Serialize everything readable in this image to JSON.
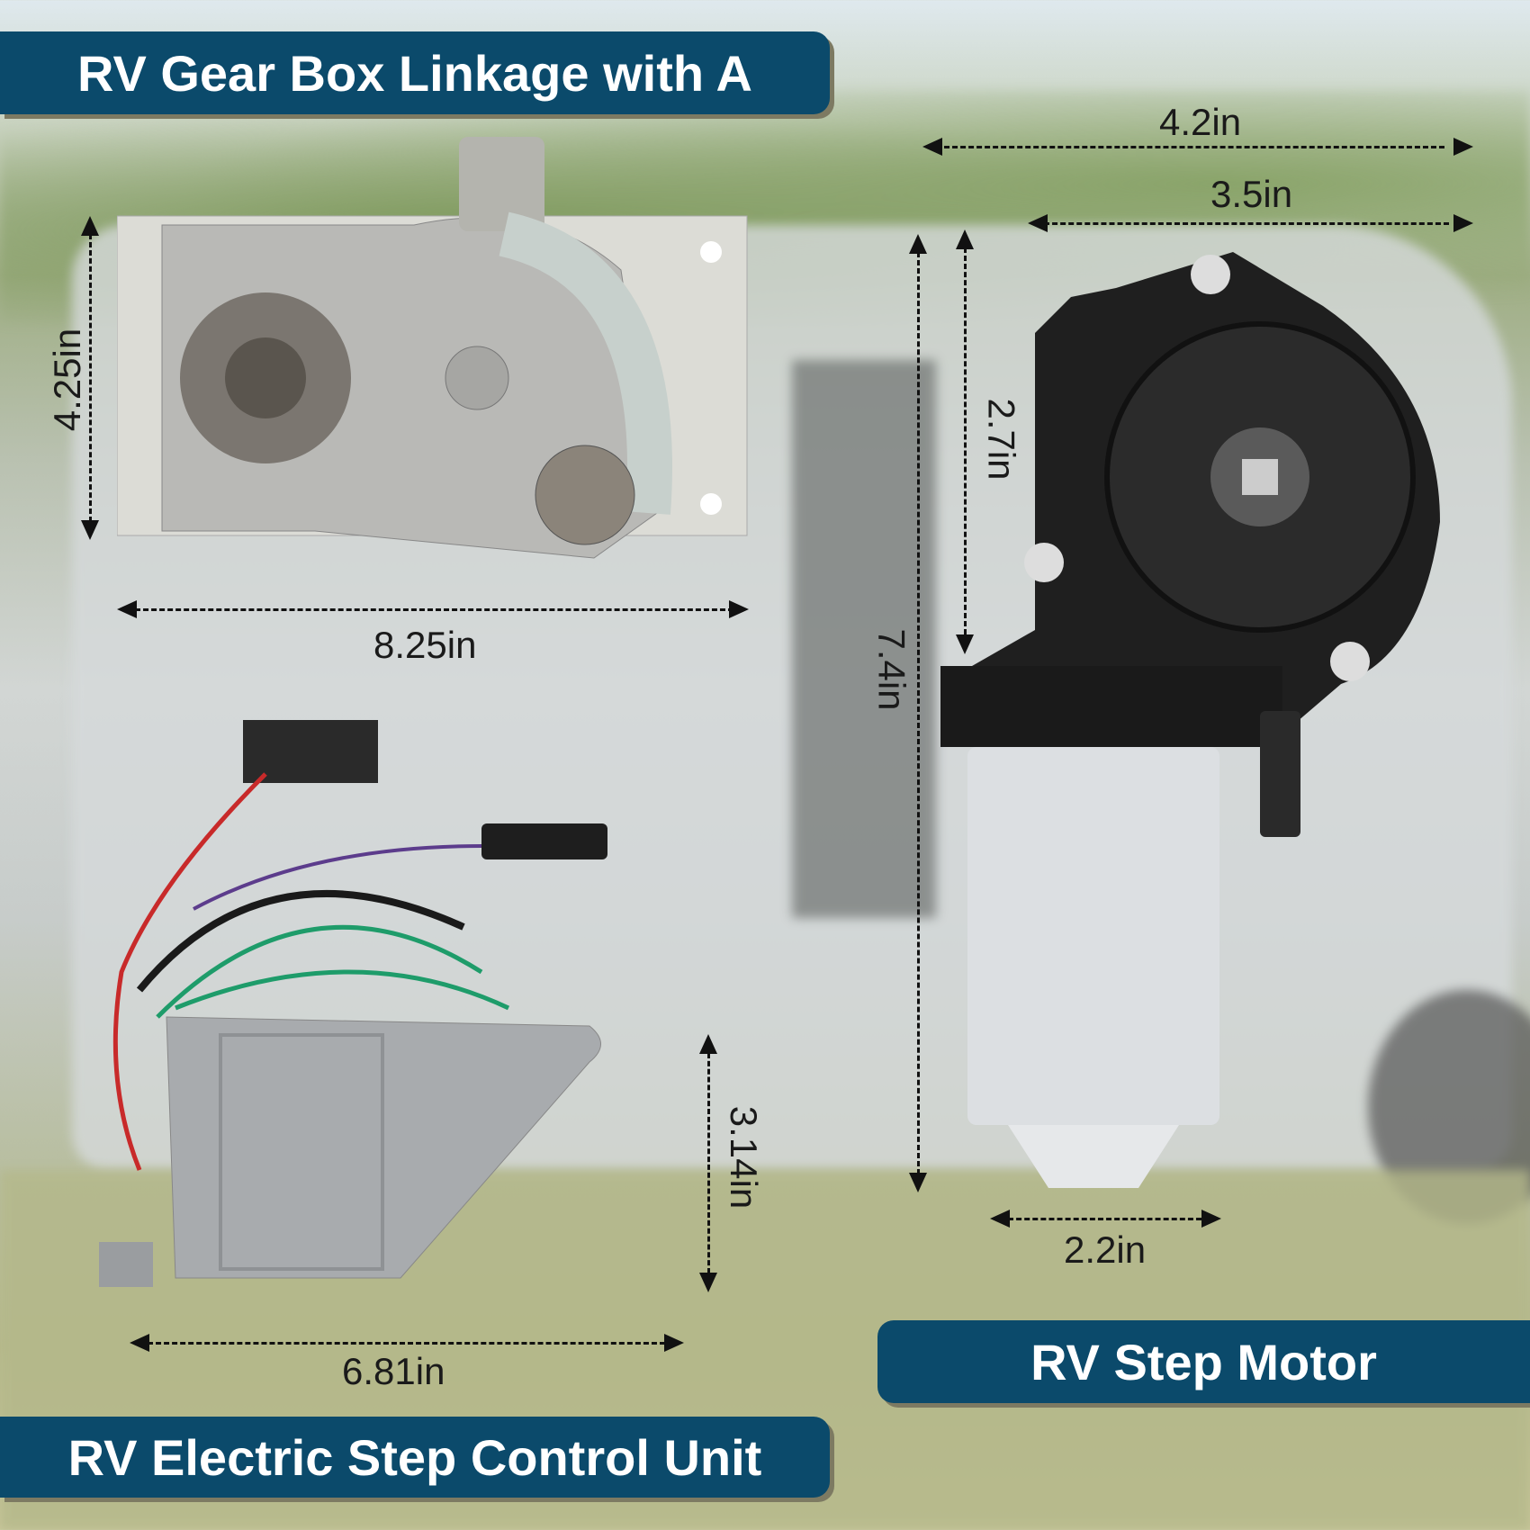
{
  "banners": {
    "gear_box": "RV Gear Box Linkage with A",
    "step_motor": "RV Step Motor",
    "control_unit": "RV Electric Step Control Unit"
  },
  "dimensions": {
    "gear_box_height": "4.25in",
    "gear_box_width": "8.25in",
    "motor_total_width": "4.2in",
    "motor_head_width": "3.5in",
    "motor_head_height": "2.7in",
    "motor_total_height": "7.4in",
    "motor_can_width": "2.2in",
    "control_height": "3.14in",
    "control_width": "6.81in"
  },
  "colors": {
    "banner": "#0b4a6b"
  }
}
